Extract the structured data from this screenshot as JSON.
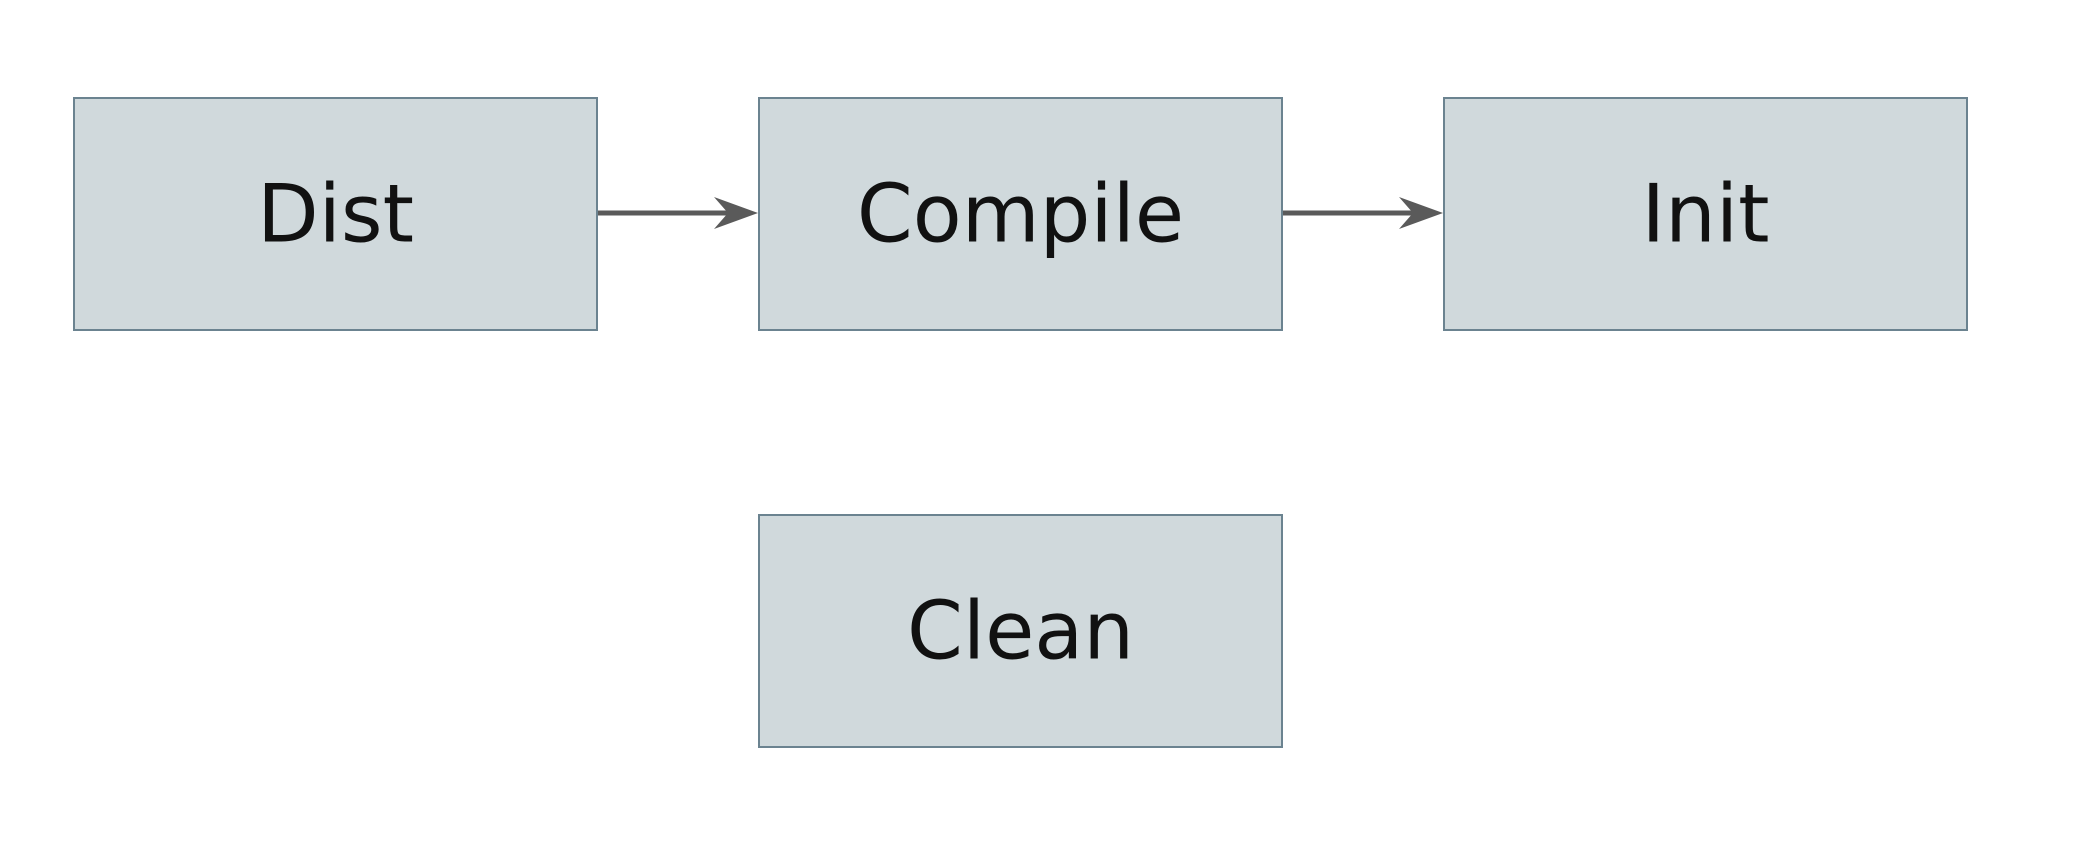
{
  "diagram": {
    "nodes": [
      {
        "id": "dist",
        "label": "Dist"
      },
      {
        "id": "compile",
        "label": "Compile"
      },
      {
        "id": "init",
        "label": "Init"
      },
      {
        "id": "clean",
        "label": "Clean"
      }
    ],
    "edges": [
      {
        "from": "dist",
        "to": "compile"
      },
      {
        "from": "compile",
        "to": "init"
      }
    ]
  },
  "colors": {
    "node_fill": "#d0d9dc",
    "node_stroke": "#6b8390",
    "edge": "#5a5a5a",
    "text": "#111111"
  }
}
